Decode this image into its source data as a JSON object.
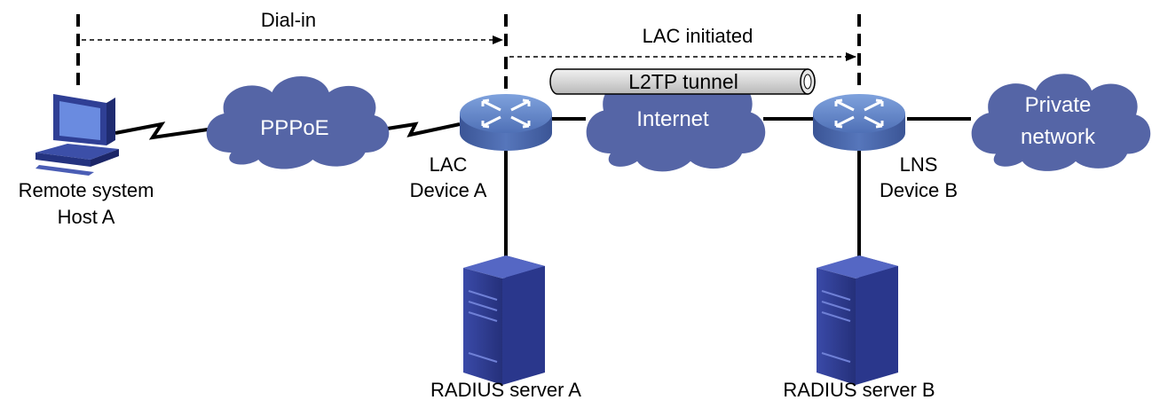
{
  "labels": {
    "dial_in": "Dial-in",
    "lac_initiated": "LAC initiated",
    "tunnel": "L2TP tunnel",
    "pppoe": "PPPoE",
    "internet": "Internet",
    "private_line1": "Private",
    "private_line2": "network",
    "host_line1": "Remote system",
    "host_line2": "Host A",
    "lac_line1": "LAC",
    "lac_line2": "Device A",
    "lns_line1": "LNS",
    "lns_line2": "Device B",
    "radius_a": "RADIUS server A",
    "radius_b": "RADIUS server B"
  },
  "colors": {
    "cloud": "#5565a6",
    "router": "#5b7fc3",
    "server": "#2b3a8f",
    "tunnel": "#d9d9d9",
    "line": "#000000"
  },
  "icons": {
    "host": "desktop-computer-icon",
    "router": "router-icon",
    "server": "server-tower-icon",
    "cloud": "cloud-icon"
  }
}
